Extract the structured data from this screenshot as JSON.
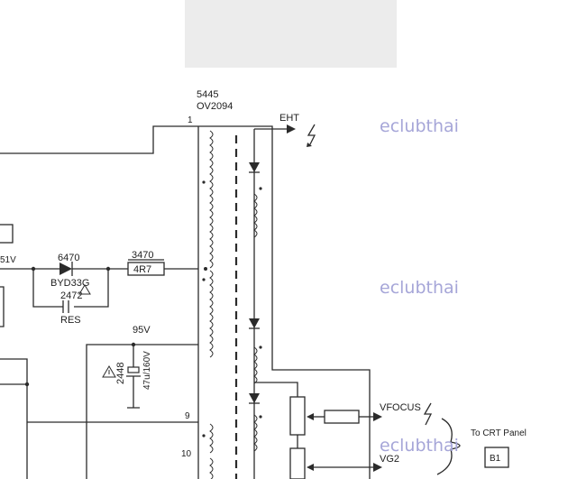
{
  "transformer": {
    "ref": "5445",
    "part": "OV2094",
    "pins": [
      "1",
      "9",
      "10"
    ]
  },
  "outputs": {
    "eht": "EHT",
    "vfocus": "VFOCUS",
    "vg2": "VG2"
  },
  "diode": {
    "ref": "6470",
    "part": "BYD33G"
  },
  "capacitor_small": {
    "ref": "2472",
    "note": "RES"
  },
  "resistor": {
    "ref": "3470",
    "value": "4R7"
  },
  "supply": {
    "voltage_left": "51V",
    "voltage_rail": "95V"
  },
  "capacitor_large": {
    "ref": "2448",
    "value": "47u/160V"
  },
  "connector": {
    "text": "To CRT Panel",
    "ref": "B1"
  },
  "watermarks": [
    "eclubthai",
    "eclubthai",
    "eclubthai"
  ]
}
